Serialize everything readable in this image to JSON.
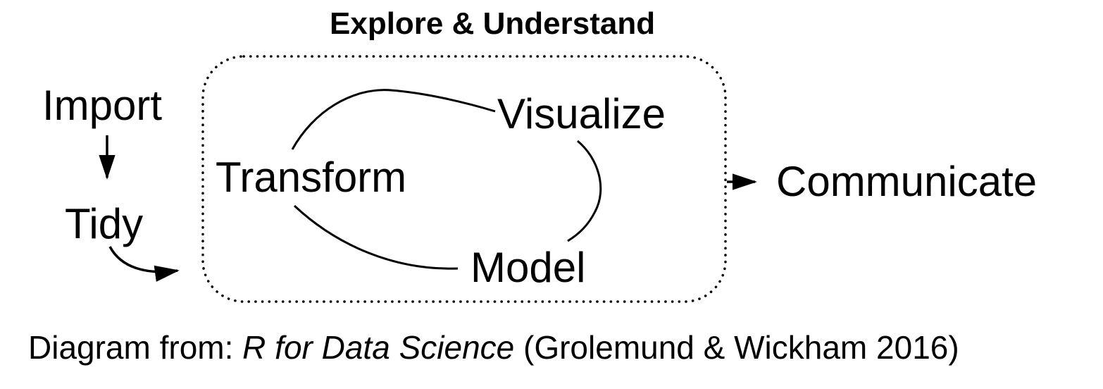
{
  "diagram": {
    "box_title": "Explore & Understand",
    "nodes": {
      "import": "Import",
      "tidy": "Tidy",
      "transform": "Transform",
      "visualize": "Visualize",
      "model": "Model",
      "communicate": "Communicate"
    },
    "caption": {
      "prefix": "Diagram from: ",
      "source_italic": "R for Data Science",
      "suffix": " (Grolemund & Wickham 2016)"
    },
    "colors": {
      "stroke": "#000000",
      "background": "#ffffff"
    }
  }
}
